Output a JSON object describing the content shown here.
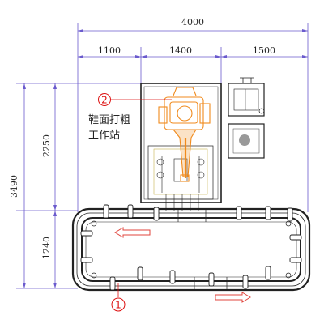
{
  "dimensions": {
    "total_width": "4000",
    "segment_left": "1100",
    "segment_middle": "1400",
    "segment_right": "1500",
    "total_height": "3490",
    "upper_height": "2250",
    "lower_height": "1240"
  },
  "station": {
    "label_line1": "鞋面打粗",
    "label_line2": "工作站",
    "callout_number": "2"
  },
  "conveyor": {
    "callout_number": "1"
  },
  "colors": {
    "dimension_line": "#6a5acd",
    "robot": "#f08a1c",
    "callout": "#dd2222",
    "frame": "#222222"
  }
}
